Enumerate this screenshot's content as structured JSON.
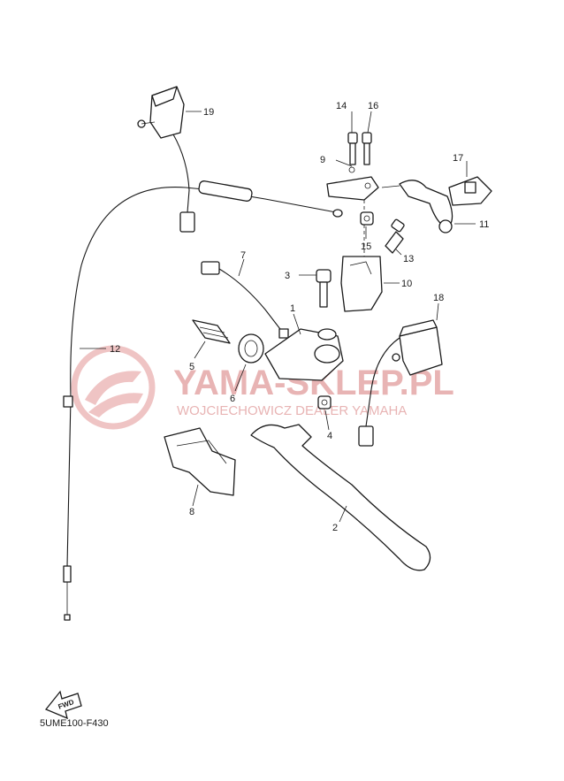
{
  "diagram": {
    "part_labels": [
      "1",
      "2",
      "3",
      "4",
      "5",
      "6",
      "7",
      "8",
      "9",
      "10",
      "11",
      "12",
      "13",
      "14",
      "15",
      "16",
      "17",
      "18",
      "19"
    ],
    "fwd_label": "FWD",
    "diagram_code": "5UME100-F430"
  },
  "watermark": {
    "title": "YAMA-SKLEP.PL",
    "subtitle": "WOJCIECHOWICZ DEALER YAMAHA",
    "color": "#e8b4b4"
  }
}
